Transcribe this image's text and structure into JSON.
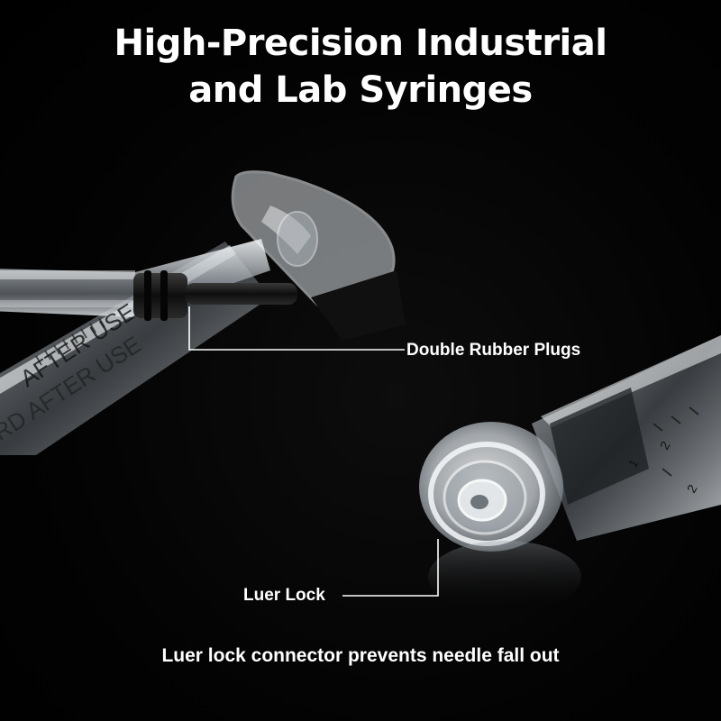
{
  "headline": {
    "line1": "High-Precision Industrial",
    "line2": "and Lab Syringes"
  },
  "callouts": {
    "plugs": "Double Rubber Plugs",
    "luer": "Luer Lock"
  },
  "caption": "Luer lock connector prevents needle fall out",
  "barrel_print": {
    "upper": "AFTER USE",
    "lower": "RD AFTER USE"
  },
  "scale_marks": [
    "1",
    "2",
    "2"
  ],
  "colors": {
    "background": "#000000",
    "text": "#ffffff",
    "plastic": "#d8dde2",
    "rubber": "#1a1a1a"
  }
}
